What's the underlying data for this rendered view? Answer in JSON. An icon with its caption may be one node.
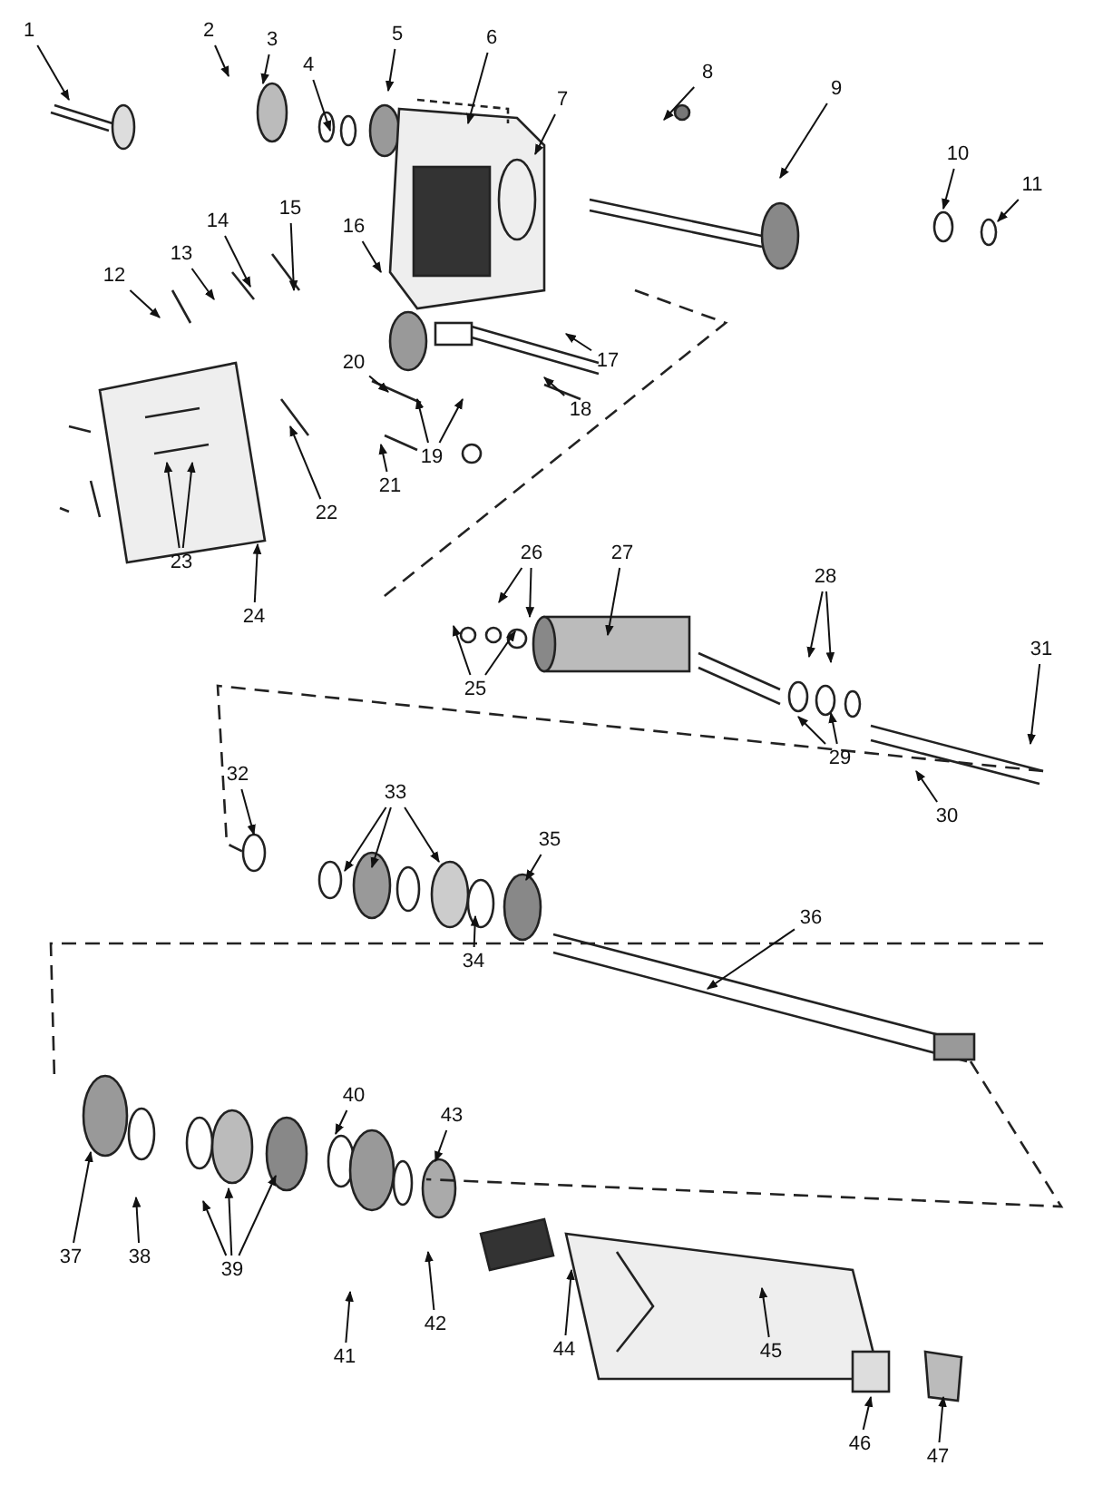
{
  "diagram": {
    "nodes": [
      {
        "text": [
          "1"
        ]
      },
      {
        "text": [
          "2"
        ]
      },
      {
        "text": [
          "3"
        ]
      },
      {
        "text": [
          "4"
        ]
      },
      {
        "text": [
          "5"
        ]
      },
      {
        "text": [
          "6"
        ]
      },
      {
        "text": [
          "7"
        ]
      },
      {
        "text": [
          "8"
        ]
      },
      {
        "text": [
          "9"
        ]
      },
      {
        "text": [
          "10"
        ]
      },
      {
        "text": [
          "11"
        ]
      },
      {
        "text": [
          "12"
        ]
      },
      {
        "text": [
          "13"
        ]
      },
      {
        "text": [
          "14"
        ]
      },
      {
        "text": [
          "15"
        ]
      },
      {
        "text": [
          "16"
        ]
      },
      {
        "text": [
          "17"
        ]
      },
      {
        "text": [
          "18"
        ]
      },
      {
        "text": [
          "19"
        ]
      },
      {
        "text": [
          "20"
        ]
      },
      {
        "text": [
          "21"
        ]
      },
      {
        "text": [
          "22"
        ]
      },
      {
        "text": [
          "23"
        ]
      },
      {
        "text": [
          "24"
        ]
      },
      {
        "text": [
          "25"
        ]
      },
      {
        "text": [
          "26"
        ]
      },
      {
        "text": [
          "27"
        ]
      },
      {
        "text": [
          "28"
        ]
      },
      {
        "text": [
          "29"
        ]
      },
      {
        "text": [
          "30"
        ]
      },
      {
        "text": [
          "31"
        ]
      },
      {
        "text": [
          "32"
        ]
      },
      {
        "text": [
          "33"
        ]
      },
      {
        "text": [
          "34"
        ]
      },
      {
        "text": [
          "35"
        ]
      },
      {
        "text": [
          "36"
        ]
      },
      {
        "text": [
          "37"
        ]
      },
      {
        "text": [
          "38"
        ]
      },
      {
        "text": [
          "39"
        ]
      },
      {
        "text": [
          "40"
        ]
      },
      {
        "text": [
          "41"
        ]
      },
      {
        "text": [
          "42"
        ]
      },
      {
        "text": [
          "43"
        ]
      },
      {
        "text": [
          "44"
        ]
      },
      {
        "text": [
          "45"
        ]
      },
      {
        "text": [
          "46"
        ]
      },
      {
        "text": [
          "47"
        ]
      }
    ],
    "edges": [
      {
        "from": 0,
        "to": null,
        "arrow": "to"
      },
      {
        "from": 1,
        "to": null,
        "arrow": "to"
      },
      {
        "from": 2,
        "to": null,
        "arrow": "to"
      },
      {
        "from": 3,
        "to": null,
        "arrow": "to"
      },
      {
        "from": 4,
        "to": null,
        "arrow": "to"
      },
      {
        "from": 5,
        "to": null,
        "arrow": "to"
      },
      {
        "from": 6,
        "to": null,
        "arrow": "to"
      },
      {
        "from": 7,
        "to": null,
        "arrow": "to"
      },
      {
        "from": 8,
        "to": null,
        "arrow": "to"
      },
      {
        "from": 9,
        "to": null,
        "arrow": "to"
      },
      {
        "from": 10,
        "to": null,
        "arrow": "to"
      },
      {
        "from": 11,
        "to": null,
        "arrow": "to"
      },
      {
        "from": 12,
        "to": null,
        "arrow": "to"
      },
      {
        "from": 13,
        "to": null,
        "arrow": "to"
      },
      {
        "from": 14,
        "to": null,
        "arrow": "to"
      },
      {
        "from": 15,
        "to": null,
        "arrow": "to"
      },
      {
        "from": 16,
        "to": null,
        "arrow": "to"
      },
      {
        "from": 17,
        "to": null,
        "arrow": "to"
      },
      {
        "from": 18,
        "to": null,
        "arrow": "to"
      },
      {
        "from": 18,
        "to": null,
        "arrow": "to"
      },
      {
        "from": 19,
        "to": null,
        "arrow": "to"
      },
      {
        "from": 20,
        "to": null,
        "arrow": "to"
      },
      {
        "from": 21,
        "to": null,
        "arrow": "to"
      },
      {
        "from": 22,
        "to": null,
        "arrow": "to"
      },
      {
        "from": 22,
        "to": null,
        "arrow": "to"
      },
      {
        "from": 23,
        "to": null,
        "arrow": "to"
      },
      {
        "from": 24,
        "to": null,
        "arrow": "to"
      },
      {
        "from": 24,
        "to": null,
        "arrow": "to"
      },
      {
        "from": 25,
        "to": null,
        "arrow": "to"
      },
      {
        "from": 25,
        "to": null,
        "arrow": "to"
      },
      {
        "from": 26,
        "to": null,
        "arrow": "to"
      },
      {
        "from": 27,
        "to": null,
        "arrow": "to"
      },
      {
        "from": 27,
        "to": null,
        "arrow": "to"
      },
      {
        "from": 28,
        "to": null,
        "arrow": "to"
      },
      {
        "from": 28,
        "to": null,
        "arrow": "to"
      },
      {
        "from": 29,
        "to": null,
        "arrow": "to"
      },
      {
        "from": 30,
        "to": null,
        "arrow": "to"
      },
      {
        "from": 31,
        "to": null,
        "arrow": "to"
      },
      {
        "from": 32,
        "to": null,
        "arrow": "to"
      },
      {
        "from": 32,
        "to": null,
        "arrow": "to"
      },
      {
        "from": 32,
        "to": null,
        "arrow": "to"
      },
      {
        "from": 33,
        "to": null,
        "arrow": "to"
      },
      {
        "from": 34,
        "to": null,
        "arrow": "to"
      },
      {
        "from": 35,
        "to": null,
        "arrow": "to"
      },
      {
        "from": 36,
        "to": null,
        "arrow": "to"
      },
      {
        "from": 37,
        "to": null,
        "arrow": "to"
      },
      {
        "from": 38,
        "to": null,
        "arrow": "to"
      },
      {
        "from": 38,
        "to": null,
        "arrow": "to"
      },
      {
        "from": 38,
        "to": null,
        "arrow": "to"
      },
      {
        "from": 39,
        "to": null,
        "arrow": "to"
      },
      {
        "from": 40,
        "to": null,
        "arrow": "to"
      },
      {
        "from": 41,
        "to": null,
        "arrow": "to"
      },
      {
        "from": 42,
        "to": null,
        "arrow": "to"
      },
      {
        "from": 43,
        "to": null,
        "arrow": "to"
      },
      {
        "from": 44,
        "to": null,
        "arrow": "to"
      },
      {
        "from": 45,
        "to": null,
        "arrow": "to"
      },
      {
        "from": 46,
        "to": null,
        "arrow": "to"
      }
    ]
  }
}
